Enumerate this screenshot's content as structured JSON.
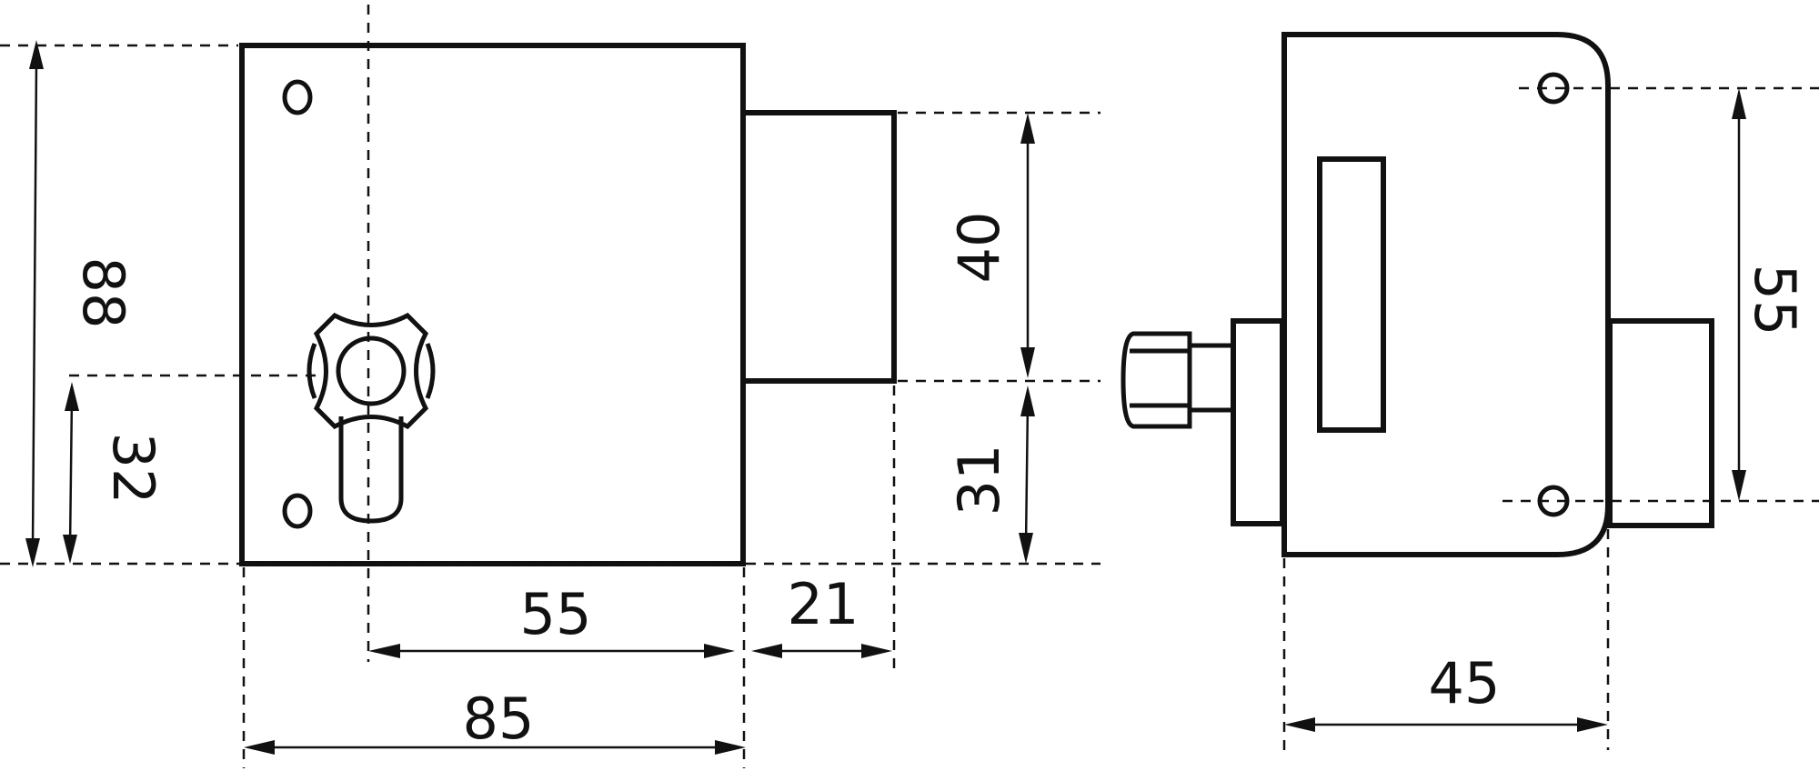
{
  "diagram": {
    "front_view": {
      "dimensions": {
        "total_height": "88",
        "cylinder_height": "32",
        "total_width": "85",
        "backset": "55",
        "bolt_throw": "21",
        "bolt_height": "40",
        "bolt_offset": "31"
      }
    },
    "side_view": {
      "dimensions": {
        "hole_spacing": "55",
        "depth": "45"
      }
    }
  }
}
